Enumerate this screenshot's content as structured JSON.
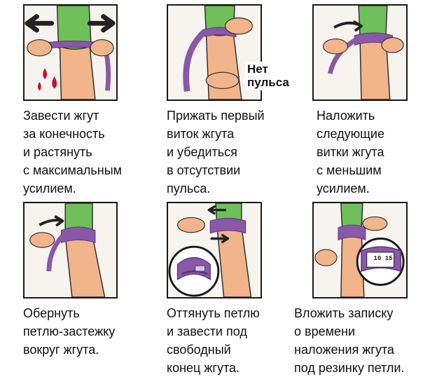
{
  "colors": {
    "skin": "#f2b48a",
    "skin_shade": "#d98a5f",
    "sleeve": "#6fbf5a",
    "tourniquet": "#8a58a8",
    "tourniquet_dark": "#5e3478",
    "blood": "#c8102e",
    "arrow": "#222222"
  },
  "steps": [
    {
      "lines": [
        "Завести жгут",
        "за конечность",
        "и растянуть",
        "с максимальным",
        "усилием."
      ]
    },
    {
      "lines": [
        "Прижать первый",
        "виток жгута",
        "и убедиться",
        "в отсутствии",
        "пульса."
      ],
      "label": [
        "Нет",
        "пульса"
      ]
    },
    {
      "lines": [
        "Наложить",
        "следующие",
        "витки жгута",
        "с меньшим",
        "усилием."
      ]
    },
    {
      "lines": [
        "Обернуть",
        "петлю-застежку",
        "вокруг жгута."
      ]
    },
    {
      "lines": [
        "Оттянуть петлю",
        "и завести под",
        "свободный",
        "конец жгута."
      ]
    },
    {
      "lines": [
        "Вложить записку",
        "о времени",
        "наложения жгута",
        "под резинку петли."
      ],
      "note_text": [
        "10",
        "15"
      ]
    }
  ]
}
